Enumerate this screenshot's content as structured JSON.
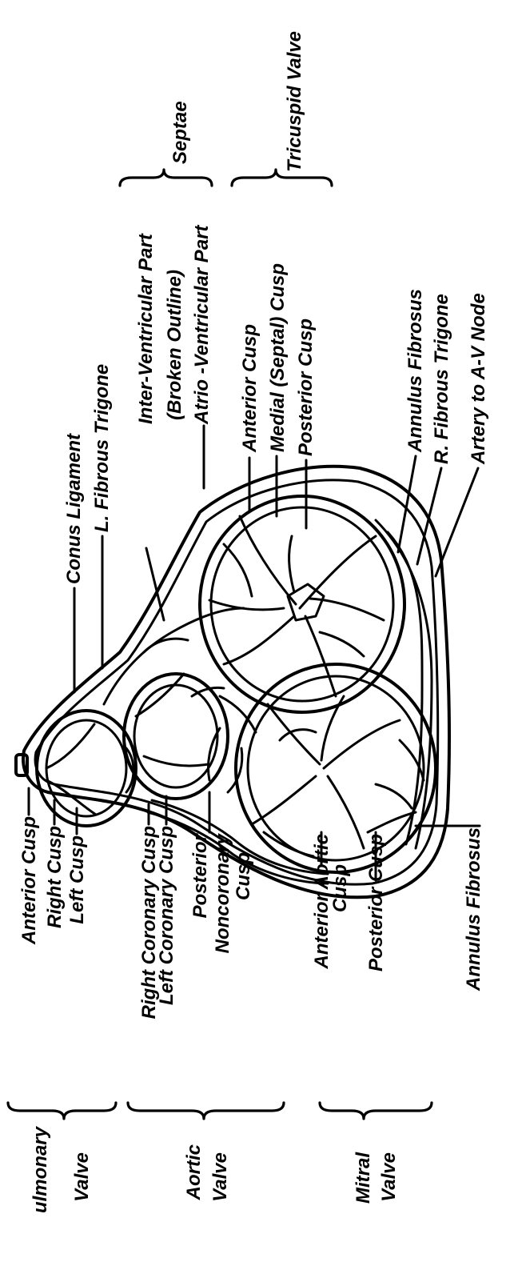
{
  "labels": {
    "tricuspid_valve": "Tricuspid Valve",
    "septae": "Septae",
    "inter_ventricular_part": "Inter-Ventricular Part",
    "broken_outline": "(Broken Outline)",
    "atrio_ventricular_part": "Atrio -Ventricular Part",
    "conus_ligament": "Conus Ligament",
    "l_fibrous_trigone": "L. Fibrous Trigone",
    "tricuspid_anterior_cusp": "Anterior Cusp",
    "medial_septal_cusp": "Medial (Septal) Cusp",
    "tricuspid_posterior_cusp": "Posterior Cusp",
    "annulus_fibrosus_top": "Annulus Fibrosus",
    "r_fibrous_trigone": "R. Fibrous Trigone",
    "artery_to_av_node": "Artery to A-V Node",
    "pulmonary_anterior_cusp": "Anterior Cusp",
    "pulmonary_right_cusp": "Right Cusp",
    "pulmonary_left_cusp": "Left Cusp",
    "right_coronary_cusp": "Right Coronary Cusp",
    "left_coronary_cusp": "Left Coronary Cusp",
    "posterior": "Posterior",
    "noncoronary": "Noncoronary",
    "cusp": "Cusp",
    "anterior_aortic": "Anterior Aortic",
    "anterior_aortic_cusp_word": "Cusp",
    "mitral_posterior_cusp": "Posterior Cusp",
    "annulus_fibrosus_bottom": "Annulus Fibrosus",
    "pulmonary": "ulmonary",
    "pulmonary_valve": "Valve",
    "aortic": "Aortic",
    "aortic_valve": "Valve",
    "mitral": "Mitral",
    "mitral_valve": "Valve"
  }
}
